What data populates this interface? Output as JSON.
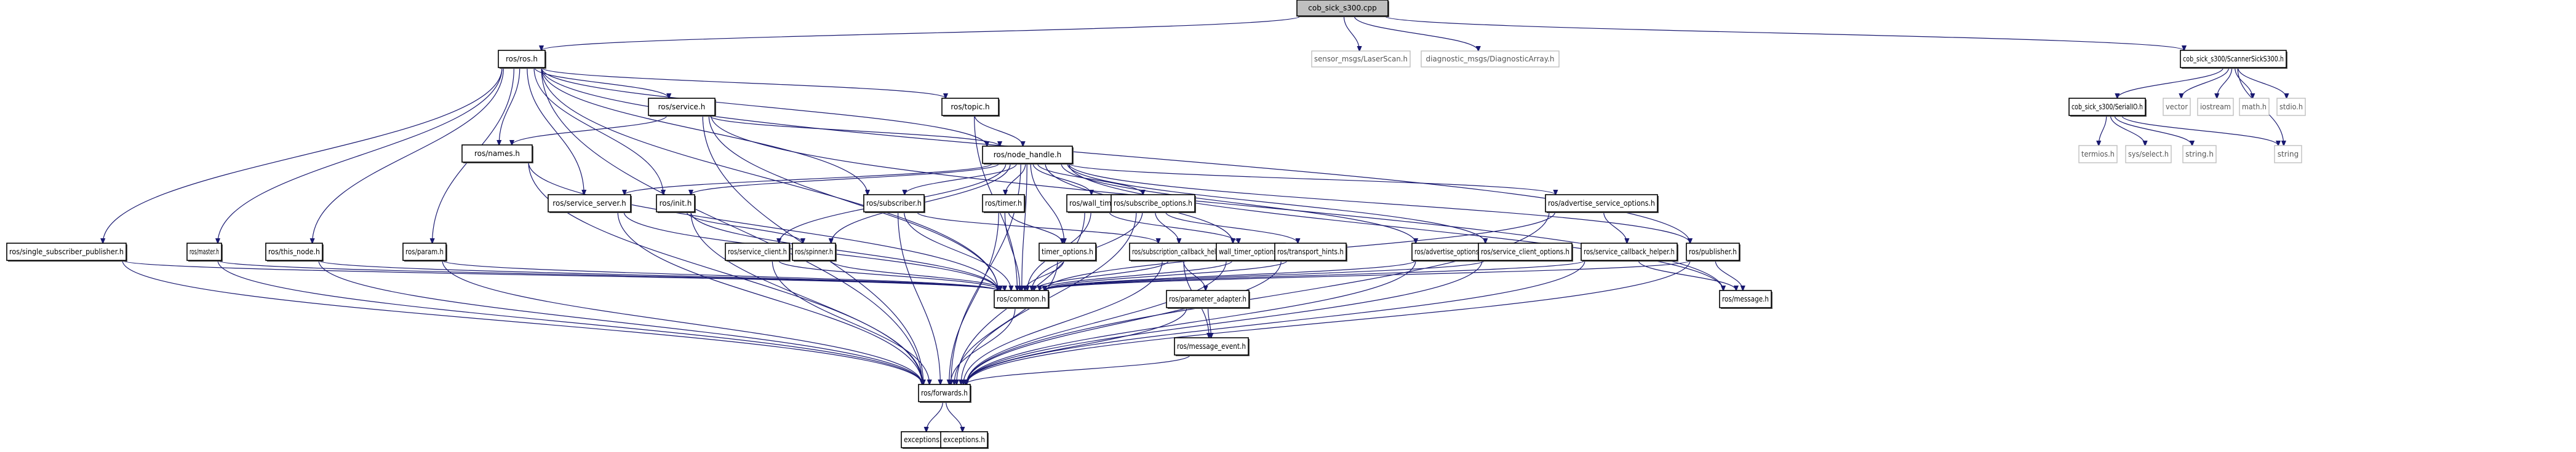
{
  "title": "cob_sick_s300.cpp include dependency graph",
  "colors": {
    "edge": "#191970",
    "root_fill": "#bfbfbf",
    "node_border": "#000000",
    "external_border": "#bfbfbf"
  },
  "nodes": [
    {
      "id": "root",
      "label": "cob_sick_s300.cpp",
      "kind": "root",
      "documented": true
    },
    {
      "id": "ros",
      "label": "ros/ros.h",
      "kind": "documented"
    },
    {
      "id": "laserscan",
      "label": "sensor_msgs/LaserScan.h",
      "kind": "external"
    },
    {
      "id": "diagarray",
      "label": "diagnostic_msgs/DiagnosticArray.h",
      "kind": "external"
    },
    {
      "id": "scanner",
      "label": "cob_sick_s300/ScannerSickS300.h",
      "kind": "documented"
    },
    {
      "id": "service",
      "label": "ros/service.h",
      "kind": "documented"
    },
    {
      "id": "topic",
      "label": "ros/topic.h",
      "kind": "documented"
    },
    {
      "id": "serialio",
      "label": "cob_sick_s300/SerialIO.h",
      "kind": "documented"
    },
    {
      "id": "vector",
      "label": "vector",
      "kind": "external"
    },
    {
      "id": "iostream",
      "label": "iostream",
      "kind": "external"
    },
    {
      "id": "math",
      "label": "math.h",
      "kind": "external"
    },
    {
      "id": "stdio",
      "label": "stdio.h",
      "kind": "external"
    },
    {
      "id": "names",
      "label": "ros/names.h",
      "kind": "documented"
    },
    {
      "id": "node_handle",
      "label": "ros/node_handle.h",
      "kind": "documented"
    },
    {
      "id": "termios",
      "label": "termios.h",
      "kind": "external"
    },
    {
      "id": "sysselect",
      "label": "sys/select.h",
      "kind": "external"
    },
    {
      "id": "stringh",
      "label": "string.h",
      "kind": "external"
    },
    {
      "id": "string",
      "label": "string",
      "kind": "external"
    },
    {
      "id": "service_server",
      "label": "ros/service_server.h",
      "kind": "documented"
    },
    {
      "id": "init",
      "label": "ros/init.h",
      "kind": "documented"
    },
    {
      "id": "subscriber",
      "label": "ros/subscriber.h",
      "kind": "documented"
    },
    {
      "id": "timer",
      "label": "ros/timer.h",
      "kind": "documented"
    },
    {
      "id": "wall_timer",
      "label": "ros/wall_timer.h",
      "kind": "documented"
    },
    {
      "id": "subscribe_options",
      "label": "ros/subscribe_options.h",
      "kind": "documented"
    },
    {
      "id": "adv_service_options",
      "label": "ros/advertise_service_options.h",
      "kind": "documented"
    },
    {
      "id": "single_sub_pub",
      "label": "ros/single_subscriber_publisher.h",
      "kind": "documented"
    },
    {
      "id": "master",
      "label": "ros/master.h",
      "kind": "documented"
    },
    {
      "id": "this_node",
      "label": "ros/this_node.h",
      "kind": "documented"
    },
    {
      "id": "param",
      "label": "ros/param.h",
      "kind": "documented"
    },
    {
      "id": "service_client",
      "label": "ros/service_client.h",
      "kind": "documented"
    },
    {
      "id": "spinner",
      "label": "ros/spinner.h",
      "kind": "documented"
    },
    {
      "id": "timer_options",
      "label": "timer_options.h",
      "kind": "documented"
    },
    {
      "id": "sub_cb_helper",
      "label": "ros/subscription_callback_helper.h",
      "kind": "documented"
    },
    {
      "id": "wall_timer_options",
      "label": "wall_timer_options.h",
      "kind": "documented"
    },
    {
      "id": "transport_hints",
      "label": "ros/transport_hints.h",
      "kind": "documented"
    },
    {
      "id": "advertise_options",
      "label": "ros/advertise_options.h",
      "kind": "documented"
    },
    {
      "id": "service_client_options",
      "label": "ros/service_client_options.h",
      "kind": "documented"
    },
    {
      "id": "service_cb_helper",
      "label": "ros/service_callback_helper.h",
      "kind": "documented"
    },
    {
      "id": "publisher",
      "label": "ros/publisher.h",
      "kind": "documented"
    },
    {
      "id": "common",
      "label": "ros/common.h",
      "kind": "documented"
    },
    {
      "id": "param_adapter",
      "label": "ros/parameter_adapter.h",
      "kind": "documented"
    },
    {
      "id": "message",
      "label": "ros/message.h",
      "kind": "documented"
    },
    {
      "id": "message_event",
      "label": "ros/message_event.h",
      "kind": "documented"
    },
    {
      "id": "forwards",
      "label": "ros/forwards.h",
      "kind": "documented"
    },
    {
      "id": "exceptions1",
      "label": "exceptions.h",
      "kind": "documented"
    },
    {
      "id": "exceptions2",
      "label": "exceptions.h",
      "kind": "documented"
    }
  ],
  "edges": [
    [
      "root",
      "ros"
    ],
    [
      "root",
      "laserscan"
    ],
    [
      "root",
      "diagarray"
    ],
    [
      "root",
      "scanner"
    ],
    [
      "ros",
      "service"
    ],
    [
      "ros",
      "topic"
    ],
    [
      "ros",
      "node_handle"
    ],
    [
      "ros",
      "names"
    ],
    [
      "ros",
      "service_server"
    ],
    [
      "ros",
      "init"
    ],
    [
      "ros",
      "subscriber"
    ],
    [
      "ros",
      "publisher"
    ],
    [
      "ros",
      "single_sub_pub"
    ],
    [
      "ros",
      "master"
    ],
    [
      "ros",
      "this_node"
    ],
    [
      "ros",
      "param"
    ],
    [
      "ros",
      "common"
    ],
    [
      "ros",
      "forwards"
    ],
    [
      "scanner",
      "serialio"
    ],
    [
      "scanner",
      "vector"
    ],
    [
      "scanner",
      "iostream"
    ],
    [
      "scanner",
      "math"
    ],
    [
      "scanner",
      "stdio"
    ],
    [
      "scanner",
      "string"
    ],
    [
      "serialio",
      "termios"
    ],
    [
      "serialio",
      "sysselect"
    ],
    [
      "serialio",
      "stringh"
    ],
    [
      "serialio",
      "string"
    ],
    [
      "service",
      "names"
    ],
    [
      "service",
      "node_handle"
    ],
    [
      "service",
      "common"
    ],
    [
      "service",
      "forwards"
    ],
    [
      "service",
      "message"
    ],
    [
      "topic",
      "node_handle"
    ],
    [
      "topic",
      "common"
    ],
    [
      "names",
      "common"
    ],
    [
      "names",
      "forwards"
    ],
    [
      "node_handle",
      "service_server"
    ],
    [
      "node_handle",
      "init"
    ],
    [
      "node_handle",
      "subscriber"
    ],
    [
      "node_handle",
      "timer"
    ],
    [
      "node_handle",
      "wall_timer"
    ],
    [
      "node_handle",
      "subscribe_options"
    ],
    [
      "node_handle",
      "adv_service_options"
    ],
    [
      "node_handle",
      "service_client"
    ],
    [
      "node_handle",
      "spinner"
    ],
    [
      "node_handle",
      "timer_options"
    ],
    [
      "node_handle",
      "wall_timer_options"
    ],
    [
      "node_handle",
      "advertise_options"
    ],
    [
      "node_handle",
      "service_client_options"
    ],
    [
      "node_handle",
      "publisher"
    ],
    [
      "node_handle",
      "common"
    ],
    [
      "node_handle",
      "forwards"
    ],
    [
      "node_handle",
      "message"
    ],
    [
      "service_server",
      "common"
    ],
    [
      "service_server",
      "forwards"
    ],
    [
      "init",
      "spinner"
    ],
    [
      "init",
      "common"
    ],
    [
      "init",
      "forwards"
    ],
    [
      "subscriber",
      "common"
    ],
    [
      "subscriber",
      "sub_cb_helper"
    ],
    [
      "subscriber",
      "forwards"
    ],
    [
      "timer",
      "common"
    ],
    [
      "timer",
      "forwards"
    ],
    [
      "timer",
      "timer_options"
    ],
    [
      "wall_timer",
      "common"
    ],
    [
      "wall_timer",
      "forwards"
    ],
    [
      "wall_timer",
      "wall_timer_options"
    ],
    [
      "subscribe_options",
      "sub_cb_helper"
    ],
    [
      "subscribe_options",
      "transport_hints"
    ],
    [
      "subscribe_options",
      "common"
    ],
    [
      "subscribe_options",
      "forwards"
    ],
    [
      "adv_service_options",
      "service_cb_helper"
    ],
    [
      "adv_service_options",
      "common"
    ],
    [
      "adv_service_options",
      "forwards"
    ],
    [
      "single_sub_pub",
      "common"
    ],
    [
      "single_sub_pub",
      "forwards"
    ],
    [
      "master",
      "common"
    ],
    [
      "master",
      "forwards"
    ],
    [
      "this_node",
      "common"
    ],
    [
      "this_node",
      "forwards"
    ],
    [
      "param",
      "common"
    ],
    [
      "param",
      "forwards"
    ],
    [
      "service_client",
      "common"
    ],
    [
      "service_client",
      "forwards"
    ],
    [
      "spinner",
      "common"
    ],
    [
      "timer_options",
      "common"
    ],
    [
      "timer_options",
      "forwards"
    ],
    [
      "sub_cb_helper",
      "common"
    ],
    [
      "sub_cb_helper",
      "param_adapter"
    ],
    [
      "sub_cb_helper",
      "message_event"
    ],
    [
      "sub_cb_helper",
      "forwards"
    ],
    [
      "wall_timer_options",
      "common"
    ],
    [
      "wall_timer_options",
      "forwards"
    ],
    [
      "transport_hints",
      "common"
    ],
    [
      "transport_hints",
      "forwards"
    ],
    [
      "advertise_options",
      "common"
    ],
    [
      "advertise_options",
      "forwards"
    ],
    [
      "service_client_options",
      "common"
    ],
    [
      "service_client_options",
      "forwards"
    ],
    [
      "service_cb_helper",
      "common"
    ],
    [
      "service_cb_helper",
      "forwards"
    ],
    [
      "service_cb_helper",
      "message"
    ],
    [
      "publisher",
      "common"
    ],
    [
      "publisher",
      "message"
    ],
    [
      "publisher",
      "forwards"
    ],
    [
      "common",
      "forwards"
    ],
    [
      "param_adapter",
      "message_event"
    ],
    [
      "param_adapter",
      "forwards"
    ],
    [
      "message_event",
      "forwards"
    ],
    [
      "forwards",
      "exceptions1"
    ],
    [
      "forwards",
      "exceptions2"
    ]
  ]
}
